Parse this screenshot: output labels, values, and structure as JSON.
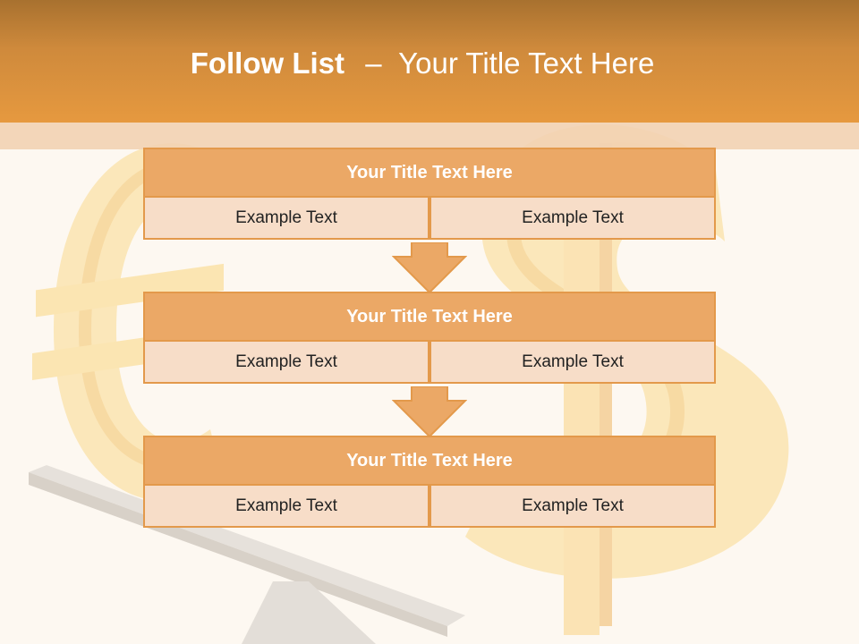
{
  "slide": {
    "title_bold": "Follow List",
    "title_sep": "–",
    "title_rest": "Your Title Text Here"
  },
  "blocks": [
    {
      "title": "Your Title Text Here",
      "left": "Example Text",
      "right": "Example Text"
    },
    {
      "title": "Your Title Text Here",
      "left": "Example Text",
      "right": "Example Text"
    },
    {
      "title": "Your Title Text Here",
      "left": "Example Text",
      "right": "Example Text"
    }
  ],
  "colors": {
    "header": "#e6993f",
    "block_title": "#eba866",
    "block_cell": "#f7ddc8",
    "border": "#e3994b",
    "arrow": "#eba866"
  },
  "icons": [
    "euro-sign-icon",
    "dollar-sign-icon",
    "down-arrow-icon"
  ]
}
